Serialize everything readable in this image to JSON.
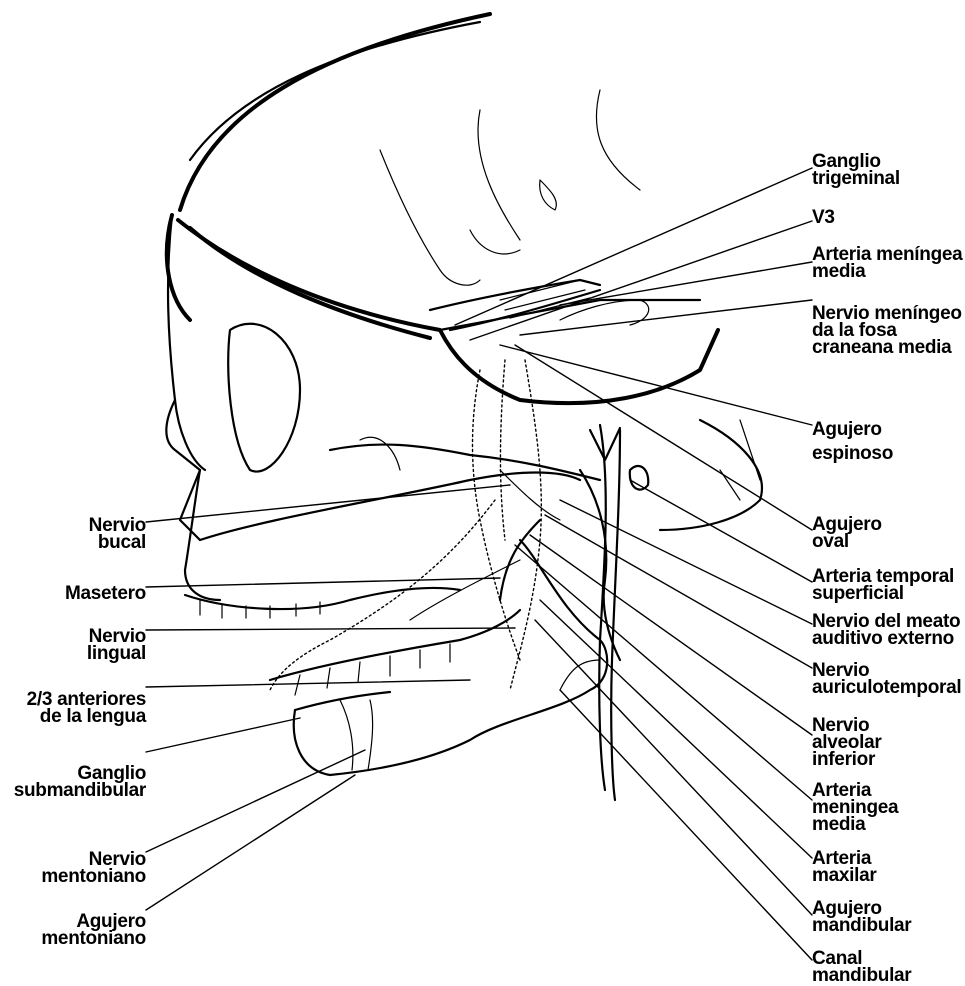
{
  "right_labels": {
    "ganglio_trigeminal": [
      "Ganglio",
      "trigeminal"
    ],
    "v3": [
      "V3"
    ],
    "arteria_meningea_media_top": [
      "Arteria meníngea",
      "media"
    ],
    "nervio_meningeo": [
      "Nervio meníngeo",
      "da la fosa",
      "craneana media"
    ],
    "agujero_espinoso": [
      "Agujero",
      "espinoso"
    ],
    "agujero_oval": [
      "Agujero",
      "oval"
    ],
    "arteria_temporal": [
      "Arteria temporal",
      "superficial"
    ],
    "nervio_meato": [
      "Nervio del meato",
      "auditivo externo"
    ],
    "nervio_auriculotemporal": [
      "Nervio",
      "auriculotemporal"
    ],
    "nervio_alveolar": [
      "Nervio",
      "alveolar",
      "inferior"
    ],
    "arteria_meningea_media_bottom": [
      "Arteria",
      "meningea",
      "media"
    ],
    "arteria_maxilar": [
      "Arteria",
      "maxilar"
    ],
    "agujero_mandibular": [
      "Agujero",
      "mandibular"
    ],
    "canal_mandibular": [
      "Canal",
      "mandibular"
    ]
  },
  "left_labels": {
    "nervio_bucal": [
      "Nervio",
      "bucal"
    ],
    "masetero": [
      "Masetero"
    ],
    "nervio_lingual": [
      "Nervio",
      "lingual"
    ],
    "lengua": [
      "2/3 anteriores",
      "de la lengua"
    ],
    "ganglio_submandibular": [
      "Ganglio",
      "submandibular"
    ],
    "nervio_mentoniano": [
      "Nervio",
      "mentoniano"
    ],
    "agujero_mentoniano": [
      "Agujero",
      "mentoniano"
    ]
  }
}
